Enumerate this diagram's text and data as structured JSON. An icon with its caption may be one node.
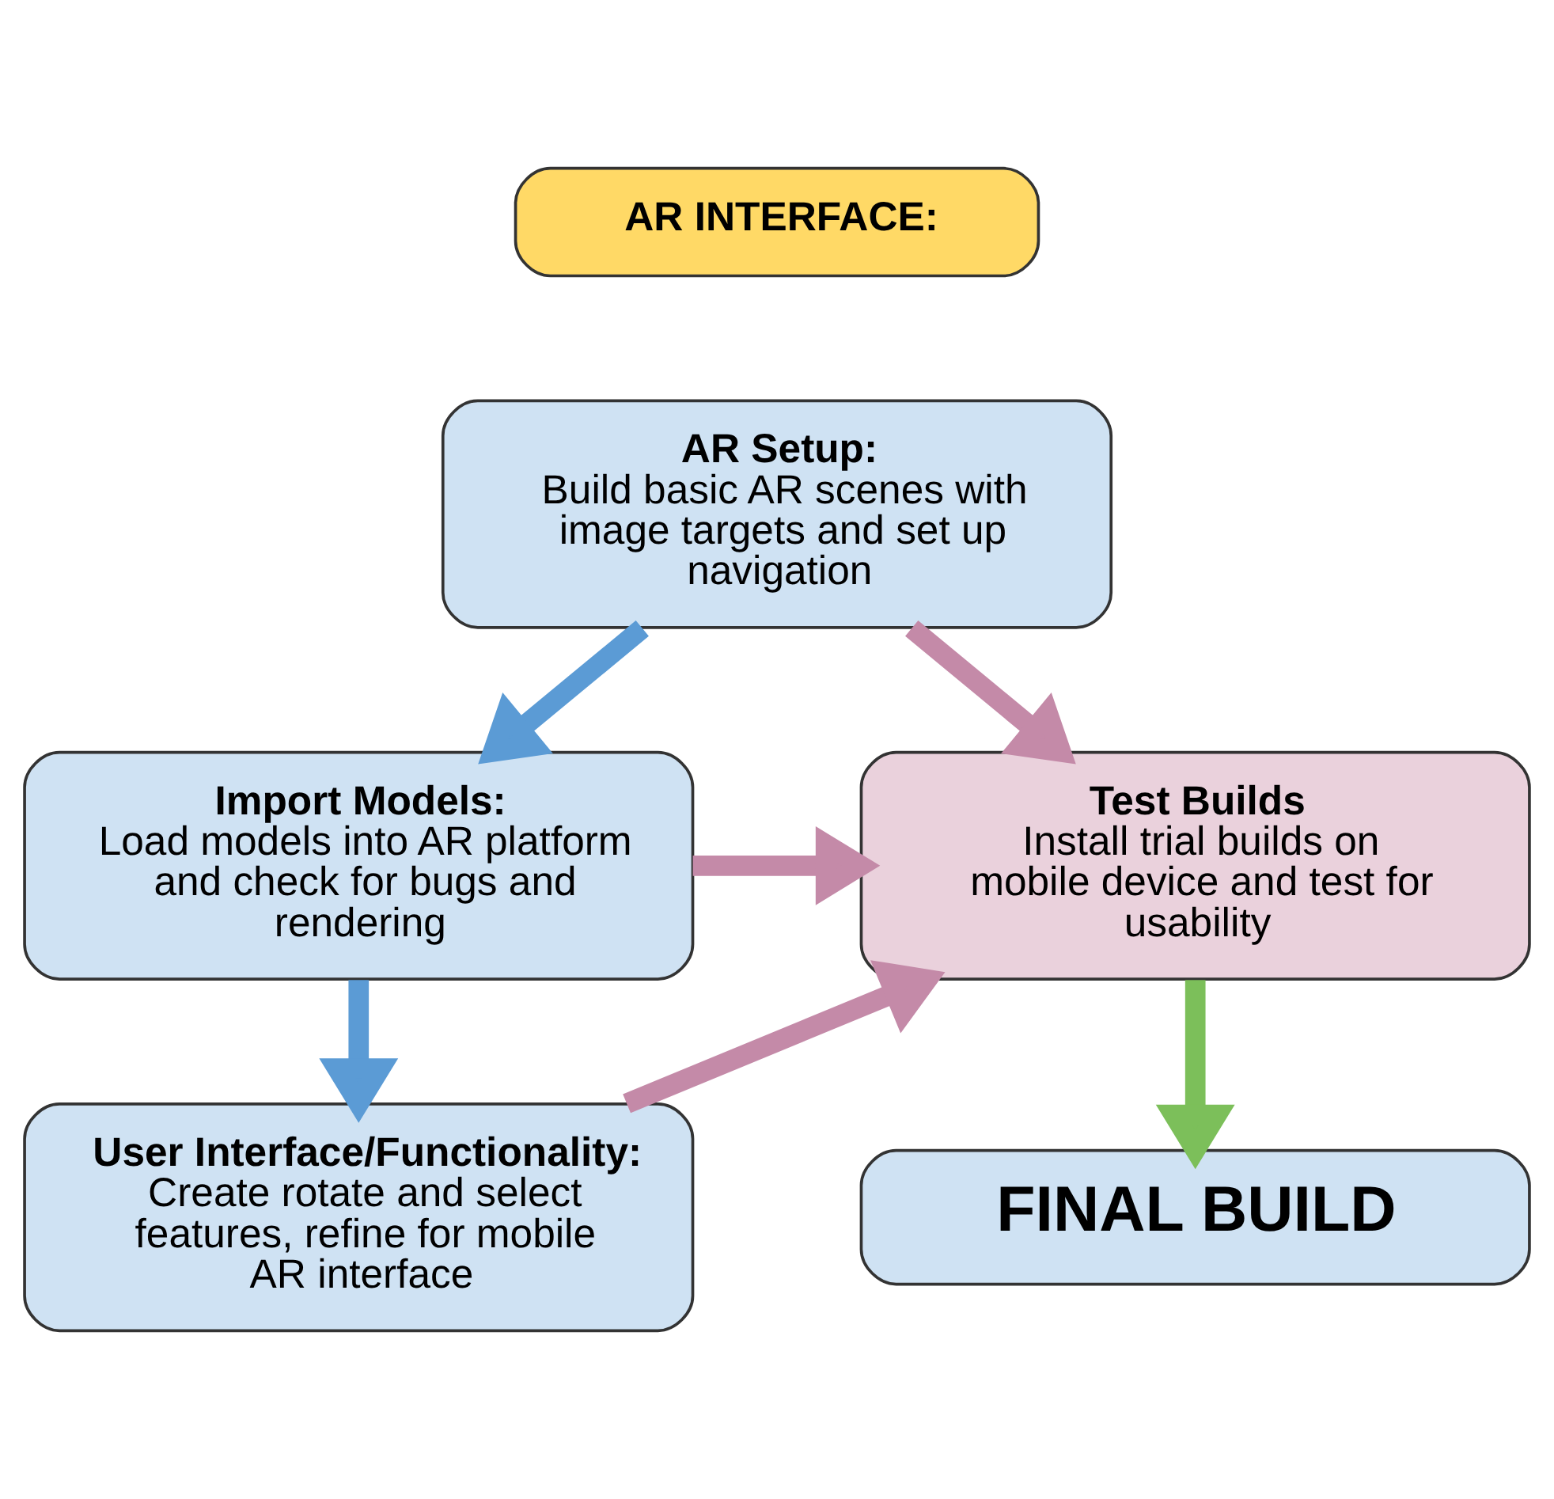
{
  "diagram": {
    "nodes": [
      {
        "text": [
          "AR INTERFACE:"
        ]
      },
      {
        "text": [
          "AR Setup:",
          "Build basic AR scenes with image targets and set up navigation"
        ]
      },
      {
        "text": [
          "Test Builds",
          "Install trial builds on mobile device and test for usability"
        ]
      },
      {
        "text": [
          "Import Models:",
          "Load models into AR platform and check for bugs and rendering"
        ]
      },
      {
        "text": [
          "User Interface/Functionality:",
          "Create rotate and select features, refine for mobile AR interface"
        ]
      },
      {
        "text": [
          "FINAL BUILD"
        ]
      }
    ],
    "edges": [
      {
        "from": 1,
        "to": 3,
        "arrow": "to",
        "color": "#5b9bd5"
      },
      {
        "from": 3,
        "to": 4,
        "arrow": "to",
        "color": "#5b9bd5"
      },
      {
        "from": 1,
        "to": 2,
        "arrow": "to",
        "color": "#c48aa8"
      },
      {
        "from": 3,
        "to": 2,
        "arrow": "to",
        "color": "#c48aa8"
      },
      {
        "from": 4,
        "to": 2,
        "arrow": "to",
        "color": "#c48aa8"
      },
      {
        "from": 2,
        "to": 5,
        "arrow": "to",
        "color": "#7cbf5a"
      }
    ]
  }
}
